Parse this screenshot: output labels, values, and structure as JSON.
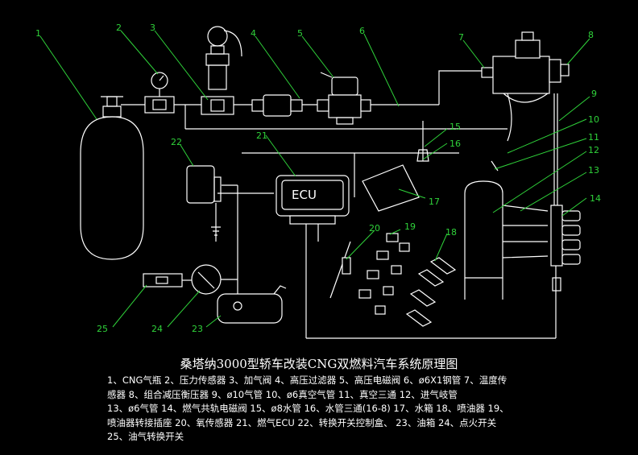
{
  "title": "桑塔纳3000型轿车改装CNG双燃料汽车系统原理图",
  "ecu_label": "ECU",
  "callouts": [
    "1",
    "2",
    "3",
    "4",
    "5",
    "6",
    "7",
    "8",
    "9",
    "10",
    "11",
    "12",
    "13",
    "14",
    "15",
    "16",
    "17",
    "18",
    "19",
    "20",
    "21",
    "22",
    "23",
    "24",
    "25"
  ],
  "legend_lines": [
    "1、CNG气瓶  2、压力传感器  3、加气阀  4、高压过滤器  5、高压电磁阀  6、ø6X1钢管  7、温度传",
    "感器  8、组合减压衡压器     9、ø10气管  10、ø6真空气管    11、真空三通    12、进气岐管",
    "13、ø6气管  14、燃气共轨电磁阀  15、ø8水管  16、水管三通(16-8)  17、水箱  18、喷油器  19、",
    "喷油器转接插座    20、氧传感器   21、燃气ECU  22、转换开关控制盒、   23、油箱  24、点火开关",
    "25、油气转换开关"
  ]
}
